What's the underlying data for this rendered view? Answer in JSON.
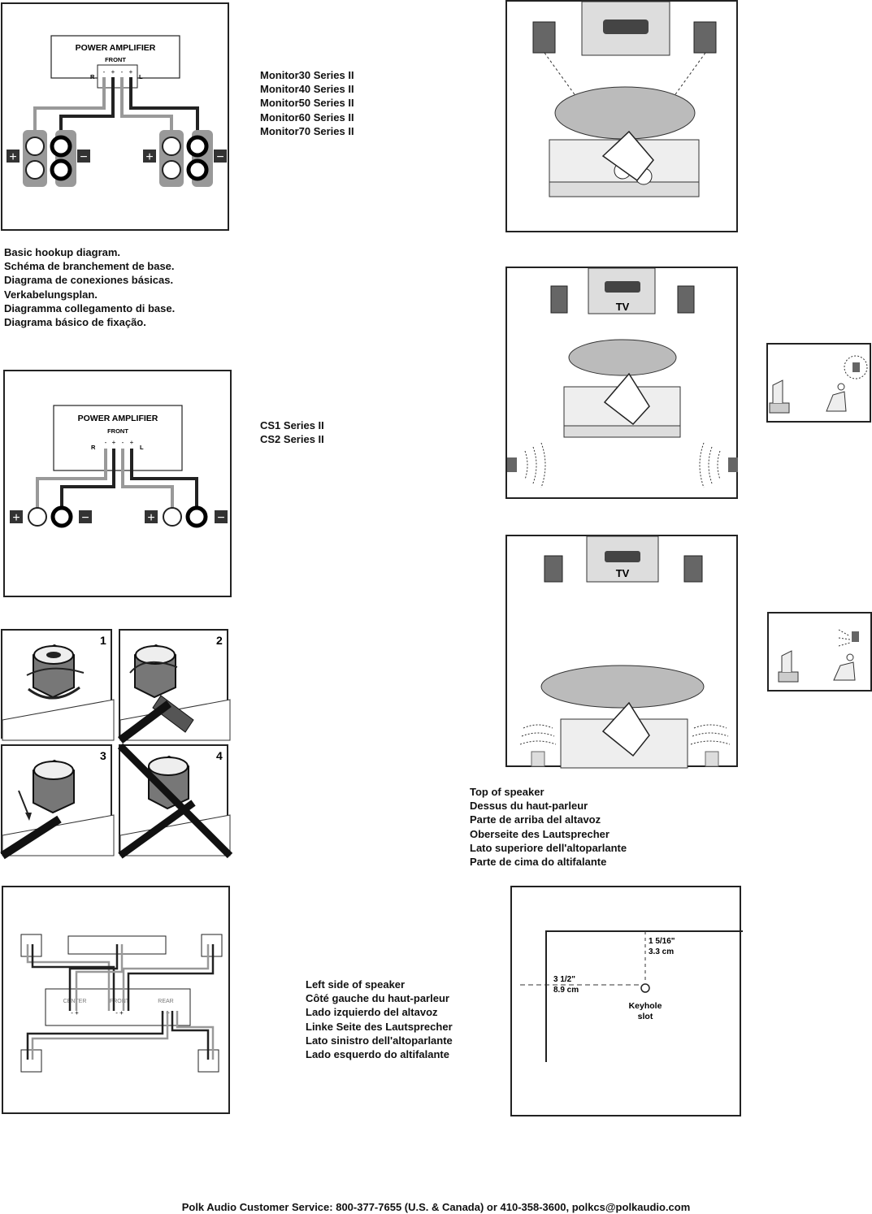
{
  "panels": {
    "monitor_hookup": {
      "amp_title": "POWER AMPLIFIER",
      "amp_front": "FRONT",
      "amp_r": "R",
      "amp_l": "L",
      "terminal_polarity": [
        "-",
        "+",
        "-",
        "+"
      ],
      "plus": "+",
      "minus": "−"
    },
    "cs_hookup": {
      "amp_title": "POWER AMPLIFIER",
      "amp_front": "FRONT",
      "amp_r": "R",
      "amp_l": "L",
      "terminal_polarity": [
        "-",
        "+",
        "-",
        "+"
      ],
      "plus": "+",
      "minus": "−"
    },
    "binding_post_steps": [
      "1",
      "2",
      "3",
      "4"
    ],
    "receiver_hookup": {
      "sections": [
        "CENTER",
        "FRONT",
        "REAR"
      ],
      "polarity": "- +"
    },
    "room_setups": {
      "tv_label": "TV"
    },
    "keyhole": {
      "dim_vertical_in": "1 5/16\"",
      "dim_vertical_cm": "3.3 cm",
      "dim_horizontal_in": "3 1/2\"",
      "dim_horizontal_cm": "8.9 cm",
      "label_line1": "Keyhole",
      "label_line2": "slot"
    }
  },
  "models_monitor": [
    "Monitor30 Series II",
    "Monitor40 Series II",
    "Monitor50 Series II",
    "Monitor60 Series II",
    "Monitor70 Series II"
  ],
  "models_cs": [
    "CS1 Series II",
    "CS2 Series II"
  ],
  "caption_hookup": [
    "Basic hookup diagram.",
    "Schéma de branchement de base.",
    "Diagrama de conexiones básicas.",
    "Verkabelungsplan.",
    "Diagramma collegamento di base.",
    "Diagrama básico de fixação."
  ],
  "caption_top": [
    "Top of speaker",
    "Dessus du haut-parleur",
    "Parte de arriba del altavoz",
    "Oberseite des Lautsprecher",
    "Lato superiore dell'altoparlante",
    "Parte de cima do altifalante"
  ],
  "caption_left": [
    "Left side of speaker",
    "Côté gauche du haut-parleur",
    "Lado izquierdo del altavoz",
    "Linke Seite des Lautsprecher",
    "Lato sinistro dell'altoparlante",
    "Lado esquerdo do altifalante"
  ],
  "footer": "Polk Audio Customer Service: 800-377-7655 (U.S. & Canada) or 410-358-3600, polkcs@polkaudio.com"
}
